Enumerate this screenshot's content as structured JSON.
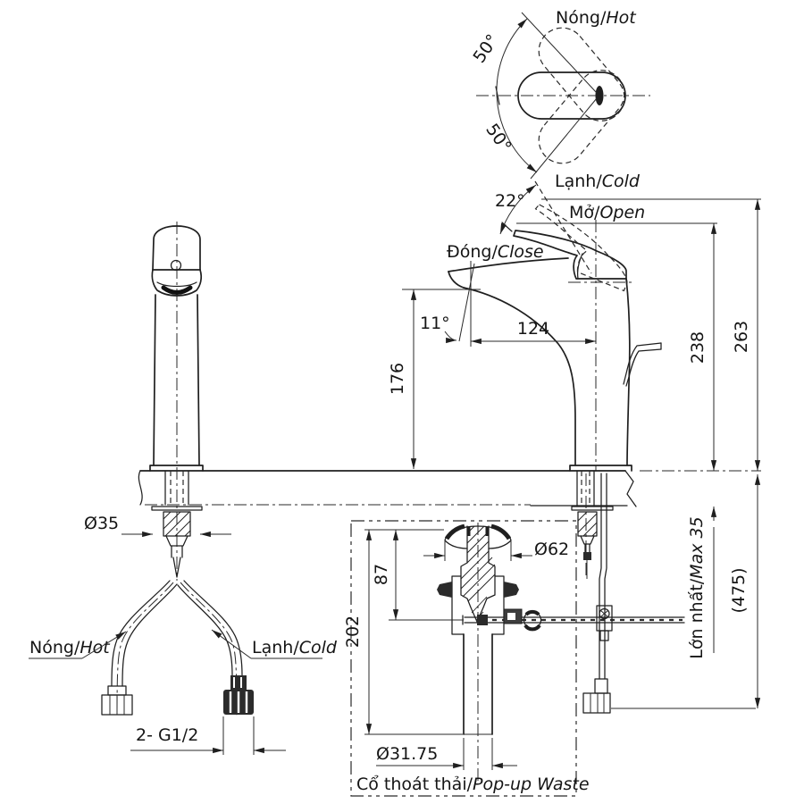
{
  "meta": {
    "background": "#ffffff",
    "ink": "#1f1f1f",
    "drawing_type": "faucet installation dimension drawing"
  },
  "labels": {
    "separator": "/",
    "top_view": {
      "hot": {
        "vi": "Nóng",
        "en": "Hot"
      },
      "cold": {
        "vi": "Lạnh",
        "en": "Cold"
      },
      "swing_upper": "50°",
      "swing_lower": "50°"
    },
    "side_view": {
      "open_angle": "22°",
      "open": {
        "vi": "Mở",
        "en": "Open"
      },
      "close": {
        "vi": "Đóng",
        "en": "Close"
      },
      "spout_angle": "11°",
      "spout_reach": "124",
      "spout_height": "176",
      "height_closed": "238",
      "height_open": "263",
      "overall_height": "(475)",
      "max_deck": {
        "vi": "Lớn nhất",
        "en": "Max 35"
      }
    },
    "front_view": {
      "body_diameter": "Ø35",
      "hot": {
        "vi": "Nóng",
        "en": "Hot"
      },
      "cold": {
        "vi": "Lạnh",
        "en": "Cold"
      },
      "thread": "2- G1/2"
    },
    "popup_waste": {
      "flange_diameter": "Ø62",
      "plug_depth": "87",
      "body_length": "202",
      "tail_diameter": "Ø31.75",
      "caption": {
        "vi": "Cổ thoát thải",
        "en": "Pop-up Waste"
      }
    }
  }
}
